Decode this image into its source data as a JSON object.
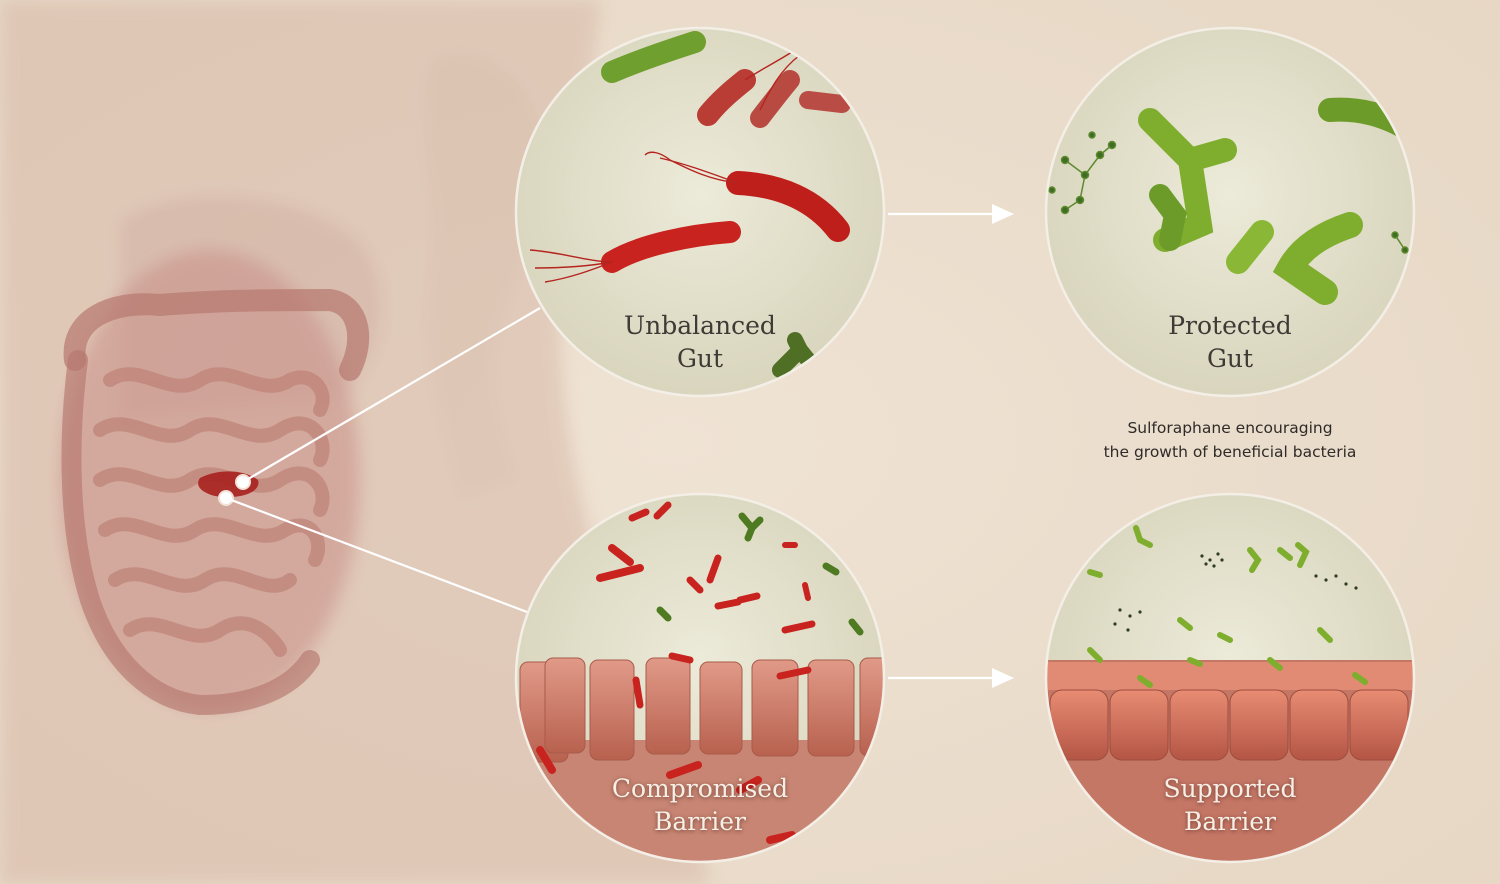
{
  "panels": {
    "unbalanced": {
      "line1": "Unbalanced",
      "line2": "Gut"
    },
    "protected": {
      "line1": "Protected",
      "line2": "Gut"
    },
    "compromised": {
      "line1": "Compromised",
      "line2": "Barrier"
    },
    "supported": {
      "line1": "Supported",
      "line2": "Barrier"
    }
  },
  "caption": {
    "line1": "Sulforaphane encouraging",
    "line2": "the growth of beneficial bacteria"
  },
  "colors": {
    "background": "#eadccb",
    "harmful_bacteria": "#c8231e",
    "beneficial_bacteria": "#7fae2e",
    "tissue": "#d9826e"
  },
  "icons": [
    "body-silhouette",
    "intestine-illustration",
    "arrow-right-icon"
  ]
}
